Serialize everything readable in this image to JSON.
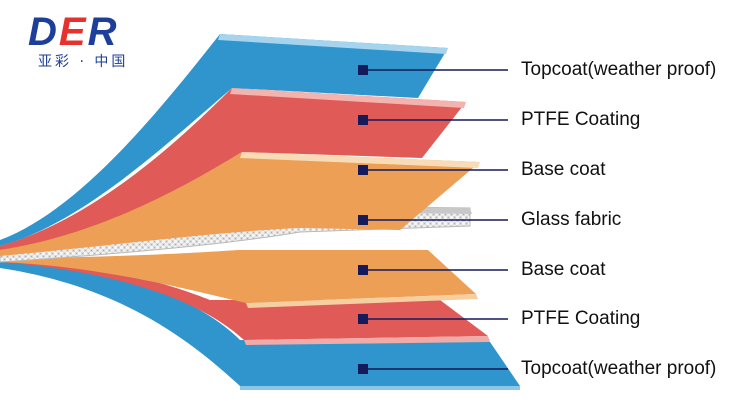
{
  "logo": {
    "word": "DER",
    "subtitle": "亚彩 · 中国"
  },
  "layers": [
    {
      "label": "Topcoat(weather proof)",
      "color": "#2f95cc"
    },
    {
      "label": "PTFE Coating",
      "color": "#e05a57"
    },
    {
      "label": "Base coat",
      "color": "#ec9f55"
    },
    {
      "label": "Glass fabric",
      "color": "#d9d9d9"
    },
    {
      "label": "Base  coat",
      "color": "#ec9f55"
    },
    {
      "label": "PTFE Coating",
      "color": "#e05a57"
    },
    {
      "label": "Topcoat(weather proof)",
      "color": "#2f95cc"
    }
  ],
  "colors": {
    "leader_line": "#141a5a",
    "marker": "#141a5a",
    "logo_blue": "#1d3f9a",
    "logo_red": "#e5322d"
  }
}
